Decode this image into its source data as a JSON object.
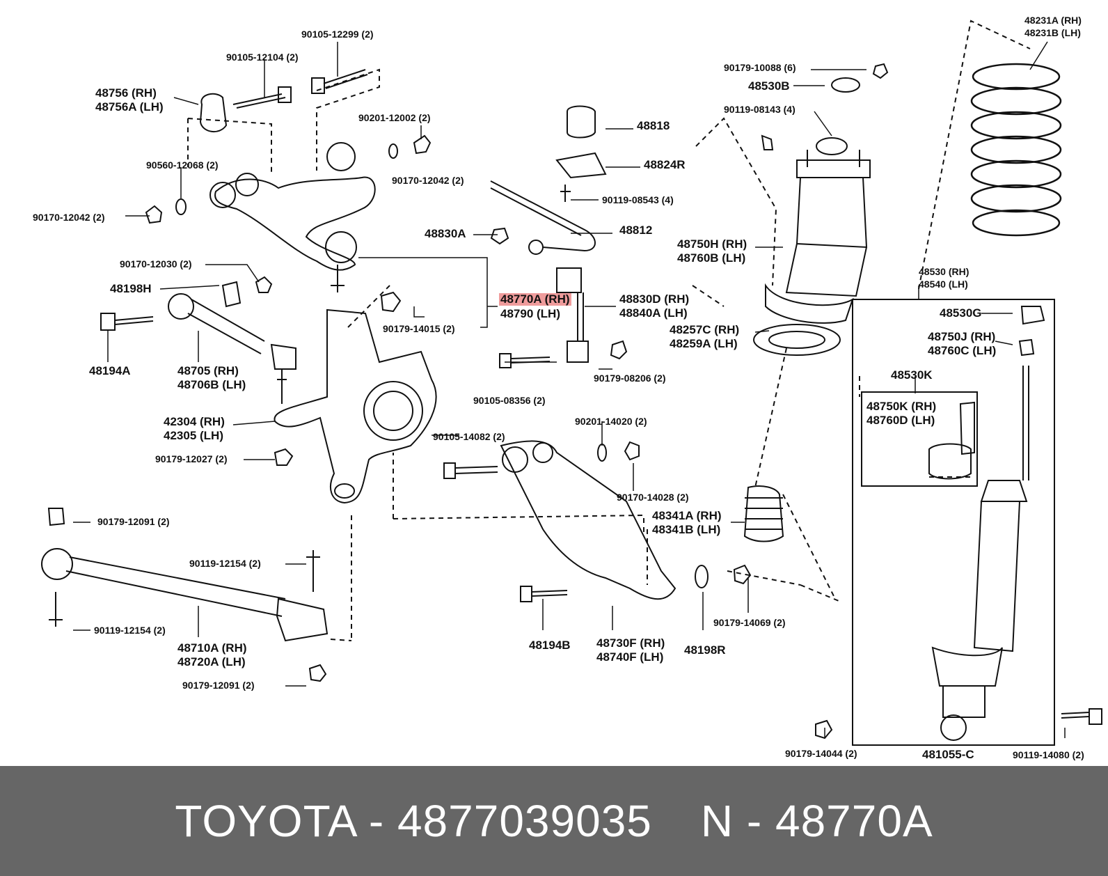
{
  "labels": {
    "p90105_12299": "90105-12299 (2)",
    "p90105_12104": "90105-12104 (2)",
    "p48756": "48756   (RH)",
    "p48756a": "48756A (LH)",
    "p90201_12002": "90201-12002 (2)",
    "p90560_12068": "90560-12068 (2)",
    "p90170_12042a": "90170-12042 (2)",
    "p90170_12042b": "90170-12042 (2)",
    "p90170_12030": "90170-12030 (2)",
    "p48198h": "48198H",
    "p48194a": "48194A",
    "p48705": "48705    (RH)",
    "p48706b": "48706B  (LH)",
    "p42304": "42304 (RH)",
    "p42305": "42305 (LH)",
    "p90179_12027": "90179-12027 (2)",
    "p90179_12091a": "90179-12091 (2)",
    "p90119_12154a": "90119-12154 (2)",
    "p90119_12154b": "90119-12154 (2)",
    "p48710a": "48710A (RH)",
    "p48720a": "48720A (LH)",
    "p90179_12091b": "90179-12091 (2)",
    "p48818": "48818",
    "p48824r": "48824R",
    "p90119_08543": "90119-08543 (4)",
    "p48830a": "48830A",
    "p48812": "48812",
    "p48770a": "48770A (RH)",
    "p48790": "48790    (LH)",
    "p90179_14015": "90179-14015 (2)",
    "p48830d": "48830D (RH)",
    "p48840a": "48840A (LH)",
    "p90179_08206": "90179-08206 (2)",
    "p90105_08356": "90105-08356 (2)",
    "p90201_14020": "90201-14020 (2)",
    "p90105_14082": "90105-14082 (2)",
    "p90170_14028": "90170-14028 (2)",
    "p48341a": "48341A (RH)",
    "p48341b": "48341B (LH)",
    "p48194b": "48194B",
    "p48730f": "48730F (RH)",
    "p48740f": "48740F (LH)",
    "p48198r": "48198R",
    "p90179_14069": "90179-14069 (2)",
    "p90179_10088": "90179-10088 (6)",
    "p48530b": "48530B",
    "p90119_08143": "90119-08143 (4)",
    "p48750h": "48750H (RH)",
    "p48760b": "48760B (LH)",
    "p48257c": "48257C (RH)",
    "p48259a": "48259A (LH)",
    "p48231a": "48231A (RH)",
    "p48231b": "48231B (LH)",
    "p48530": "48530 (RH)",
    "p48540": "48540 (LH)",
    "p48530g": "48530G",
    "p48750j": "48750J (RH)",
    "p48760c": "48760C (LH)",
    "p48530k": "48530K",
    "p48750k": "48750K (RH)",
    "p48760d": "48760D (LH)",
    "p90179_14044": "90179-14044 (2)",
    "p481055c": "481055-C",
    "p90119_14080": "90119-14080 (2)"
  },
  "footer": {
    "brand_part": "TOYOTA - 4877039035",
    "ref": "N - 48770A"
  },
  "colors": {
    "highlight": "#ef9c9c",
    "footer_bg": "#666666",
    "ink": "#111111"
  }
}
